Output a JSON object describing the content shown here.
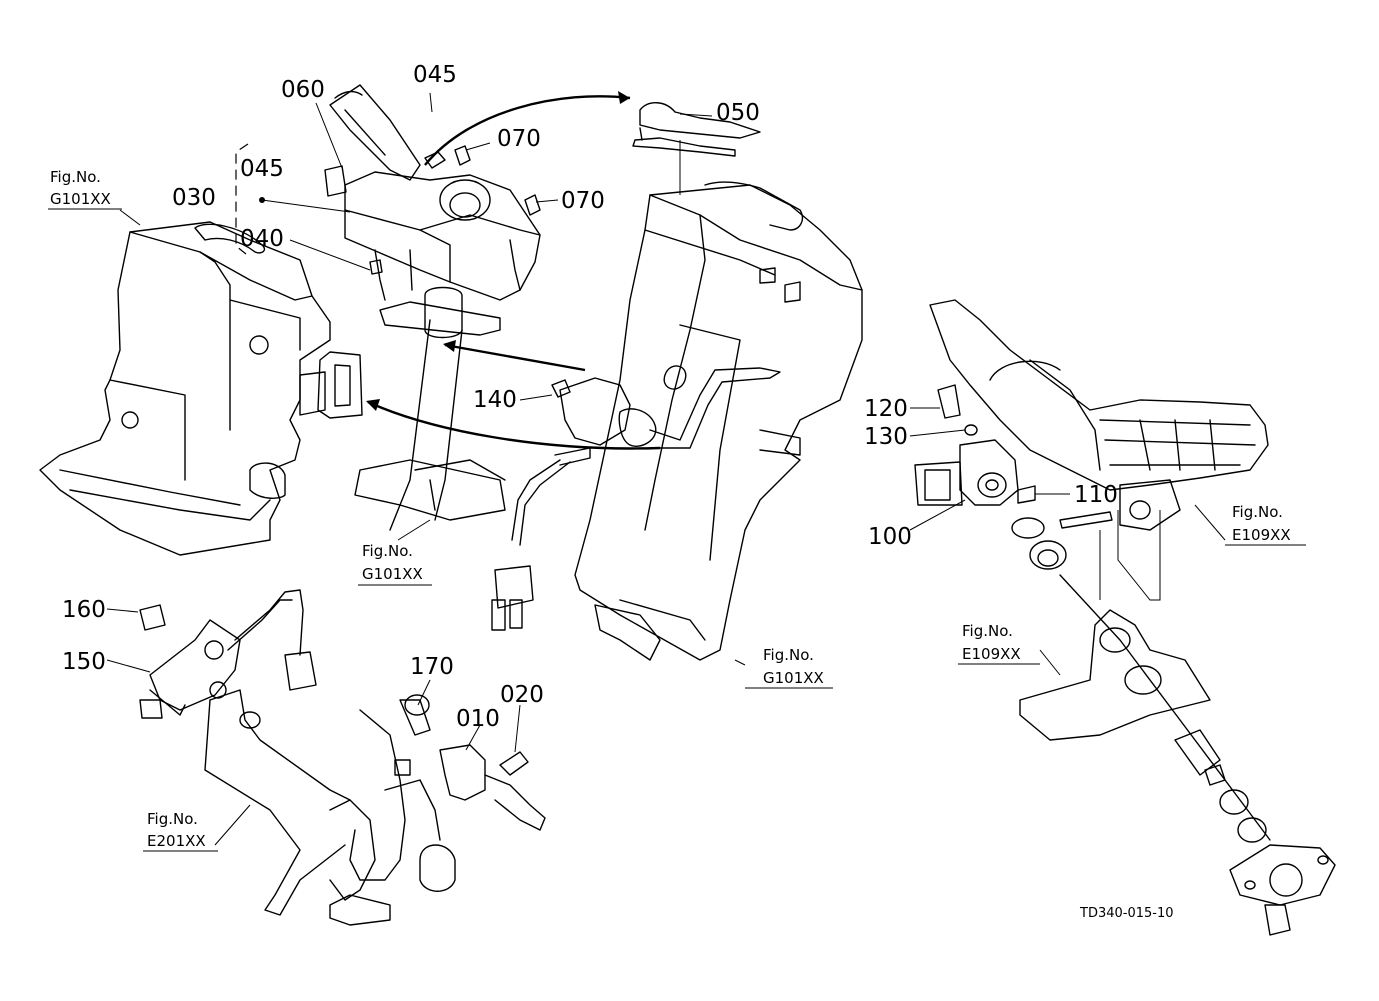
{
  "callouts": {
    "c045a": "045",
    "c060": "060",
    "c070a": "070",
    "c050": "050",
    "c045b": "045",
    "c030": "030",
    "c070b": "070",
    "c040": "040",
    "c140": "140",
    "c120": "120",
    "c130": "130",
    "c110": "110",
    "c100": "100",
    "c160": "160",
    "c150": "150",
    "c170": "170",
    "c020": "020",
    "c010": "010"
  },
  "figrefs": {
    "g1": {
      "line1": "Fig.No.",
      "line2": "G101XX"
    },
    "g2": {
      "line1": "Fig.No.",
      "line2": "G101XX"
    },
    "g3": {
      "line1": "Fig.No.",
      "line2": "G101XX"
    },
    "e1": {
      "line1": "Fig.No.",
      "line2": "E109XX"
    },
    "e2": {
      "line1": "Fig.No.",
      "line2": "E109XX"
    },
    "e3": {
      "line1": "Fig.No.",
      "line2": "E201XX"
    }
  },
  "drawing_code": "TD340-015-10"
}
